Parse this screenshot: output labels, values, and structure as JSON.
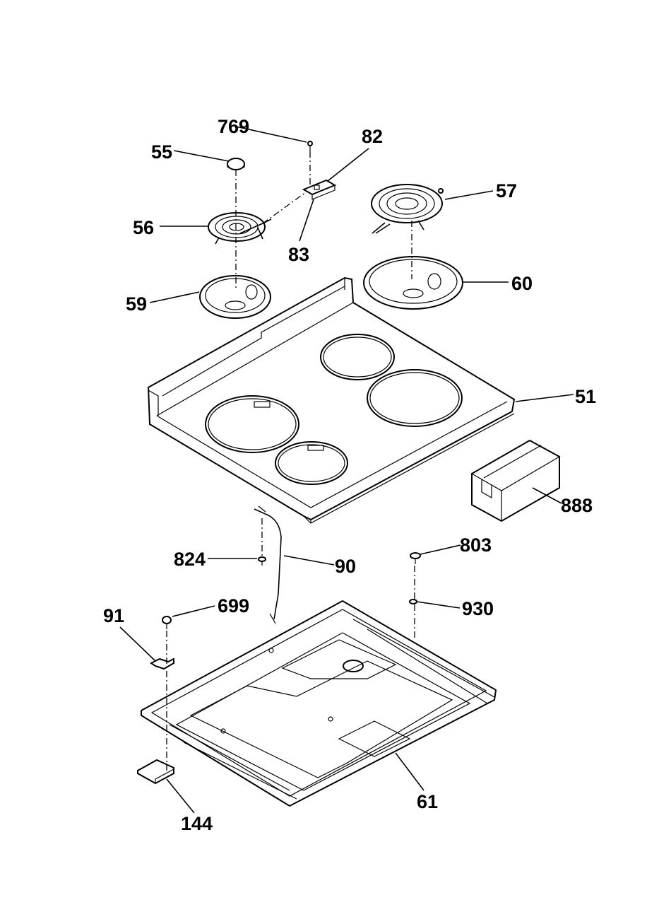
{
  "diagram": {
    "labels": {
      "l769": "769",
      "l82": "82",
      "l55": "55",
      "l57": "57",
      "l56": "56",
      "l83": "83",
      "l60": "60",
      "l59": "59",
      "l51": "51",
      "l888": "888",
      "l803": "803",
      "l824": "824",
      "l90": "90",
      "l699": "699",
      "l930": "930",
      "l91": "91",
      "l61": "61",
      "l144": "144"
    }
  }
}
